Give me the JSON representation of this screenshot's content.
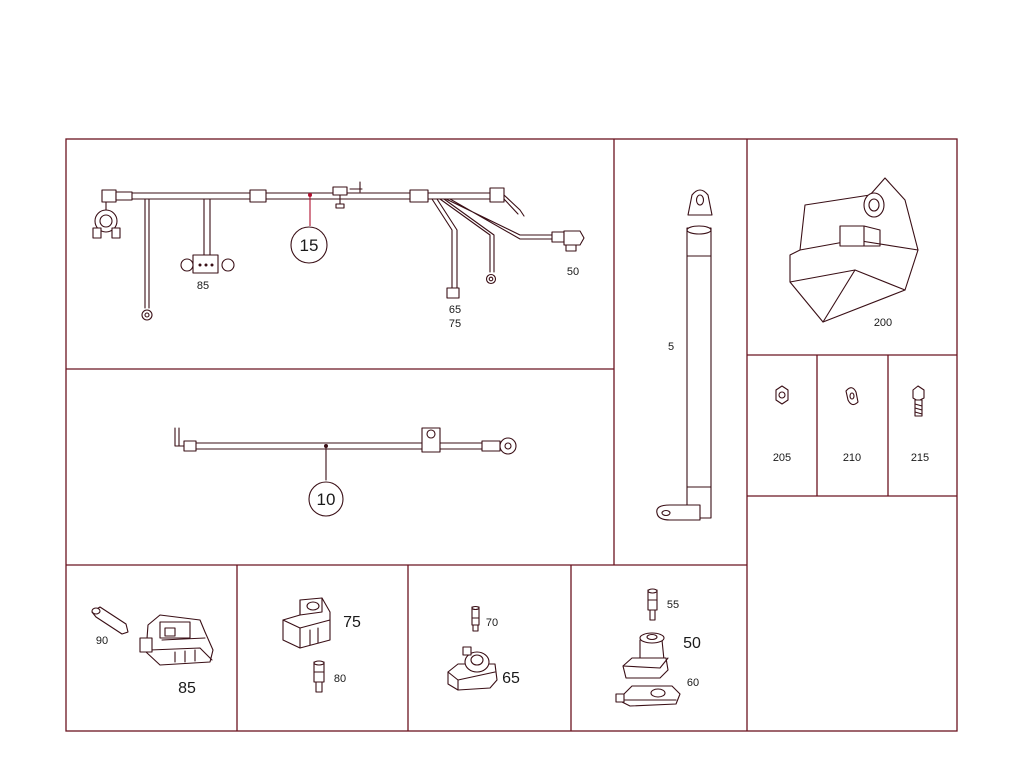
{
  "callouts": {
    "c15": "15",
    "c10": "10"
  },
  "labels": {
    "l85a": "85",
    "l50a": "50",
    "l65a": "65",
    "l75a": "75",
    "l5": "5",
    "l200": "200",
    "l205": "205",
    "l210": "210",
    "l215": "215",
    "l90": "90",
    "l85b": "85",
    "l75b": "75",
    "l80": "80",
    "l70": "70",
    "l65b": "65",
    "l55": "55",
    "l50b": "50",
    "l60": "60"
  },
  "colors": {
    "frame": "#6b1420",
    "line": "#3a0f16",
    "leader": "#b01030"
  }
}
